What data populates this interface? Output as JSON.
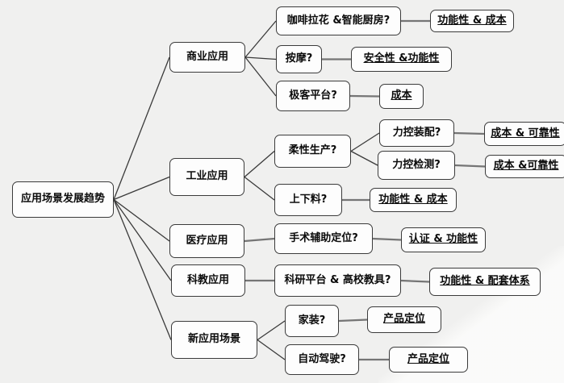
{
  "colors": {
    "background": "#f0f0ef",
    "node_fill": "#fdfdfd",
    "node_border": "#3b3b3b",
    "fan_line": "#3a3a3a",
    "link_line": "#757575",
    "text": "#0b0b0b"
  },
  "mindmap": {
    "root": {
      "label": "应用场景发展趋势"
    },
    "branches": [
      {
        "label": "商业应用",
        "children": [
          {
            "label": "咖啡拉花 &智能厨房?",
            "criteria": {
              "label": "功能性 & 成本"
            }
          },
          {
            "label": "按摩?",
            "criteria": {
              "label": "安全性 &功能性"
            }
          },
          {
            "label": "极客平台?",
            "criteria": {
              "label": "成本"
            }
          }
        ]
      },
      {
        "label": "工业应用",
        "children": [
          {
            "label": "柔性生产?",
            "children": [
              {
                "label": "力控装配?",
                "criteria": {
                  "label": "成本 & 可靠性"
                }
              },
              {
                "label": "力控检测?",
                "criteria": {
                  "label": "成本 &可靠性"
                }
              }
            ]
          },
          {
            "label": "上下料?",
            "criteria": {
              "label": "功能性 & 成本"
            }
          }
        ]
      },
      {
        "label": "医疗应用",
        "children": [
          {
            "label": "手术辅助定位?",
            "criteria": {
              "label": "认证 & 功能性"
            }
          }
        ]
      },
      {
        "label": "科教应用",
        "children": [
          {
            "label": "科研平台 & 高校教具?",
            "criteria": {
              "label": "功能性 & 配套体系"
            }
          }
        ]
      },
      {
        "label": "新应用场景",
        "children": [
          {
            "label": "家装?",
            "criteria": {
              "label": "产品定位"
            }
          },
          {
            "label": "自动驾驶?",
            "criteria": {
              "label": "产品定位"
            }
          }
        ]
      }
    ]
  }
}
